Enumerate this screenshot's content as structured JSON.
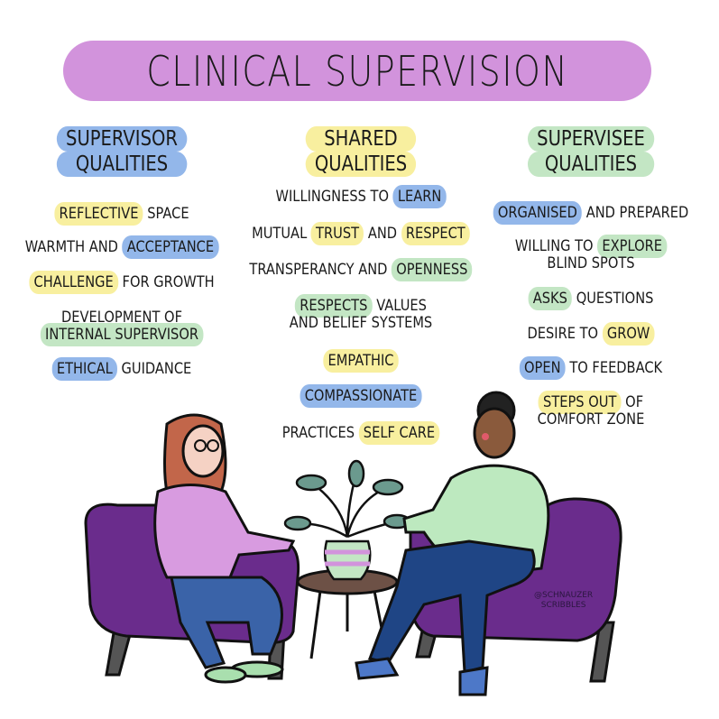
{
  "title": "CLINICAL SUPERVISION",
  "colors": {
    "title_bg": "#d293dc",
    "blue": "#93b7ea",
    "yellow": "#f8ef9f",
    "green": "#c3e6c4",
    "chair": "#6a2c8c"
  },
  "columns": [
    {
      "id": "supervisor",
      "heading": [
        "SUPERVISOR",
        "QUALITIES"
      ],
      "heading_color": "blue",
      "items": [
        [
          [
            {
              "t": "REFLECTIVE",
              "h": "yellow"
            },
            {
              "t": " SPACE"
            }
          ]
        ],
        [
          [
            {
              "t": "WARMTH AND "
            },
            {
              "t": "ACCEPTANCE",
              "h": "blue"
            }
          ]
        ],
        [
          [
            {
              "t": "CHALLENGE",
              "h": "yellow"
            },
            {
              "t": " FOR GROWTH"
            }
          ]
        ],
        [
          [
            {
              "t": "DEVELOPMENT OF"
            }
          ],
          [
            {
              "t": "INTERNAL SUPERVISOR",
              "h": "green"
            }
          ]
        ],
        [
          [
            {
              "t": "ETHICAL",
              "h": "blue"
            },
            {
              "t": " GUIDANCE"
            }
          ]
        ]
      ]
    },
    {
      "id": "shared",
      "heading": [
        "SHARED",
        "QUALITIES"
      ],
      "heading_color": "yellow",
      "items": [
        [
          [
            {
              "t": "WILLINGNESS TO "
            },
            {
              "t": "LEARN",
              "h": "blue"
            }
          ]
        ],
        [
          [
            {
              "t": "MUTUAL "
            },
            {
              "t": "TRUST",
              "h": "yellow"
            },
            {
              "t": " AND "
            },
            {
              "t": "RESPECT",
              "h": "yellow"
            }
          ]
        ],
        [
          [
            {
              "t": "TRANSPERANCY AND "
            },
            {
              "t": "OPENNESS",
              "h": "green"
            }
          ]
        ],
        [
          [
            {
              "t": "RESPECTS",
              "h": "green"
            },
            {
              "t": " VALUES"
            }
          ],
          [
            {
              "t": "AND BELIEF SYSTEMS"
            }
          ]
        ],
        [
          [
            {
              "t": "EMPATHIC",
              "h": "yellow"
            }
          ]
        ],
        [
          [
            {
              "t": "COMPASSIONATE",
              "h": "blue"
            }
          ]
        ],
        [
          [
            {
              "t": "PRACTICES "
            },
            {
              "t": "SELF CARE",
              "h": "yellow"
            }
          ]
        ]
      ]
    },
    {
      "id": "supervisee",
      "heading": [
        "SUPERVISEE",
        "QUALITIES"
      ],
      "heading_color": "green",
      "items": [
        [
          [
            {
              "t": "ORGANISED",
              "h": "blue"
            },
            {
              "t": " AND PREPARED"
            }
          ]
        ],
        [
          [
            {
              "t": "WILLING TO "
            },
            {
              "t": "EXPLORE",
              "h": "green"
            }
          ],
          [
            {
              "t": "BLIND SPOTS"
            }
          ]
        ],
        [
          [
            {
              "t": "ASKS",
              "h": "green"
            },
            {
              "t": " QUESTIONS"
            }
          ]
        ],
        [
          [
            {
              "t": "DESIRE TO "
            },
            {
              "t": "GROW",
              "h": "yellow"
            }
          ]
        ],
        [
          [
            {
              "t": "OPEN",
              "h": "blue"
            },
            {
              "t": " TO FEEDBACK"
            }
          ]
        ],
        [
          [
            {
              "t": "STEPS OUT",
              "h": "yellow"
            },
            {
              "t": " OF"
            }
          ],
          [
            {
              "t": "COMFORT ZONE"
            }
          ]
        ]
      ]
    }
  ],
  "credit": [
    "@SCHNAUZER",
    "SCRIBBLES"
  ]
}
